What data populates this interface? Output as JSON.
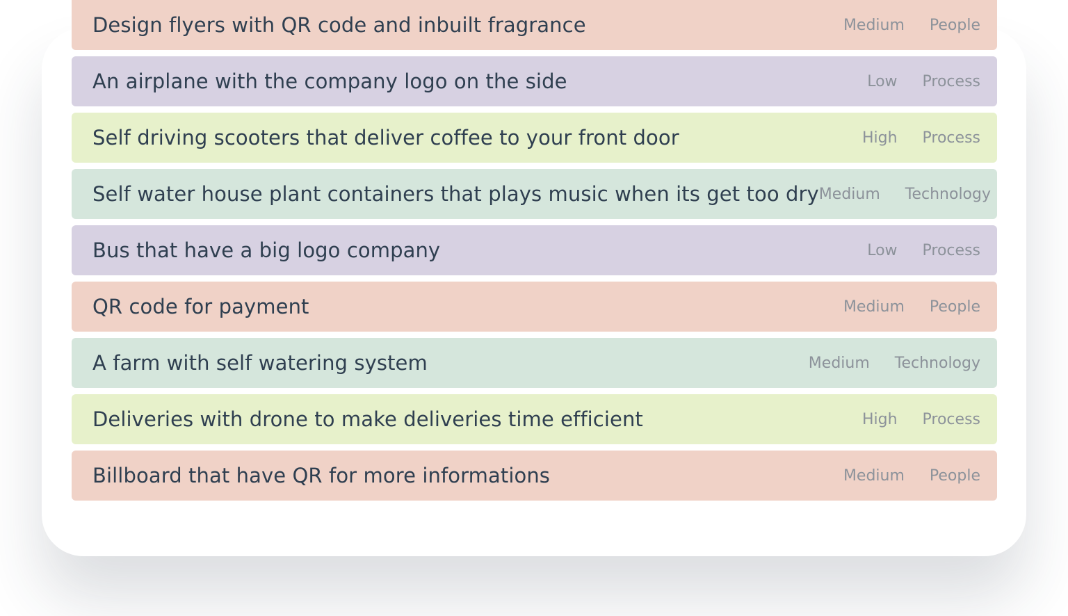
{
  "ideas": [
    {
      "title": "Design flyers with QR code and inbuilt fragrance",
      "priority": "Medium",
      "category": "People",
      "color": "#f0d2c7"
    },
    {
      "title": "An airplane with the company logo on the side",
      "priority": "Low",
      "category": "Process",
      "color": "#d7d1e2"
    },
    {
      "title": "Self driving scooters that deliver coffee to your front door",
      "priority": "High",
      "category": "Process",
      "color": "#e7f1cb"
    },
    {
      "title": "Self water house plant containers that plays music when its get too dry",
      "priority": "Medium",
      "category": "Technology",
      "color": "#d5e6dc"
    },
    {
      "title": "Bus that have a big logo company",
      "priority": "Low",
      "category": "Process",
      "color": "#d7d1e2"
    },
    {
      "title": "QR code for payment",
      "priority": "Medium",
      "category": "People",
      "color": "#f0d2c7"
    },
    {
      "title": "A farm with self watering system",
      "priority": "Medium",
      "category": "Technology",
      "color": "#d5e6dc"
    },
    {
      "title": "Deliveries with drone to make deliveries time efficient",
      "priority": "High",
      "category": "Process",
      "color": "#e7f1cb"
    },
    {
      "title": "Billboard that have QR for more informations",
      "priority": "Medium",
      "category": "People",
      "color": "#f0d2c7"
    }
  ]
}
